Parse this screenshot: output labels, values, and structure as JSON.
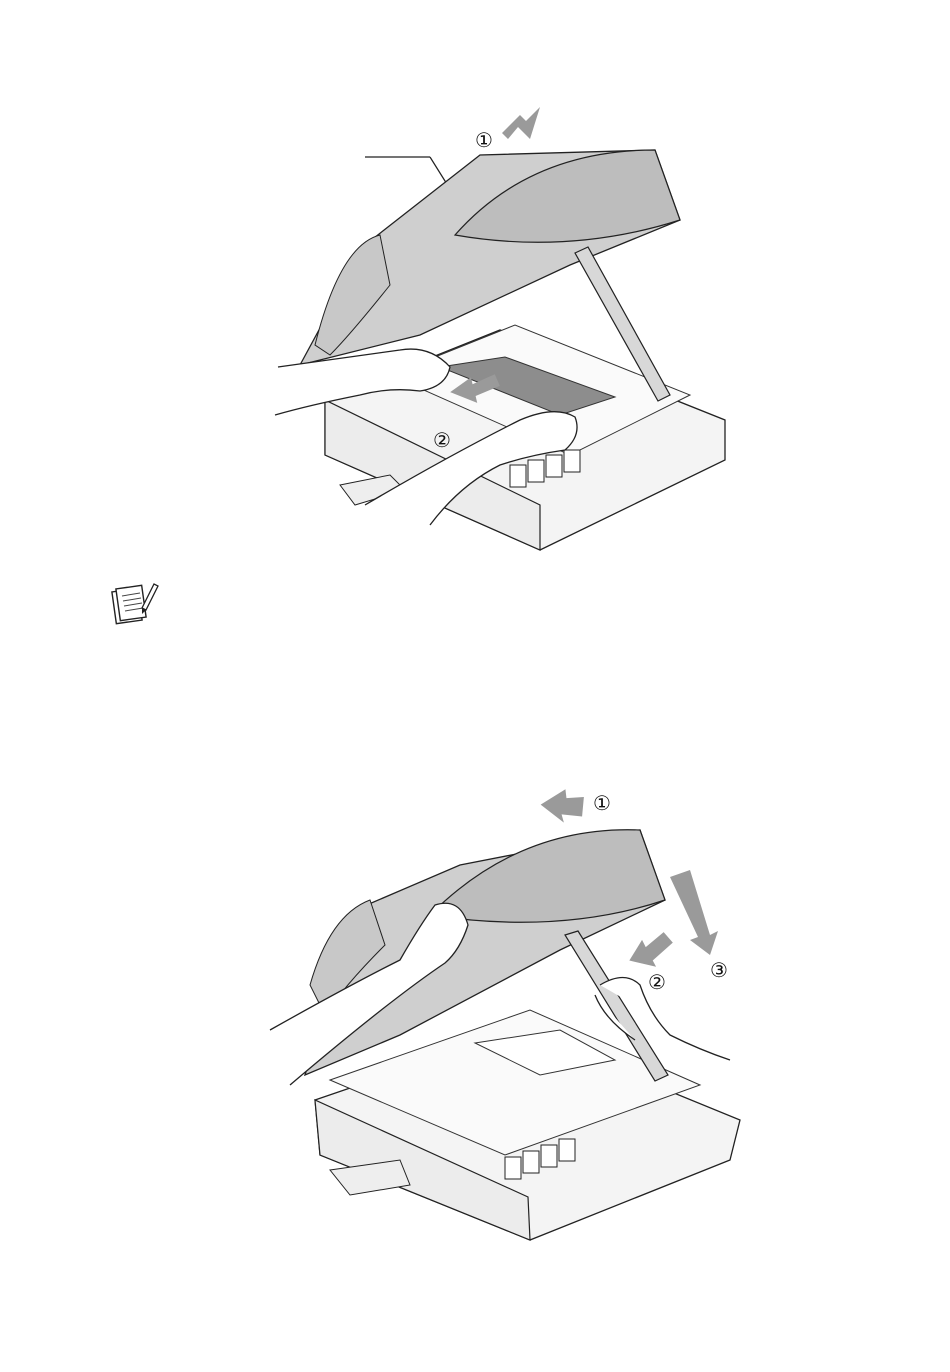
{
  "figure_top": {
    "steps": [
      "①",
      "②"
    ]
  },
  "figure_bottom": {
    "steps": [
      "①",
      "②",
      "③"
    ]
  },
  "note": {
    "icon": "note-pad-pencil-icon"
  }
}
